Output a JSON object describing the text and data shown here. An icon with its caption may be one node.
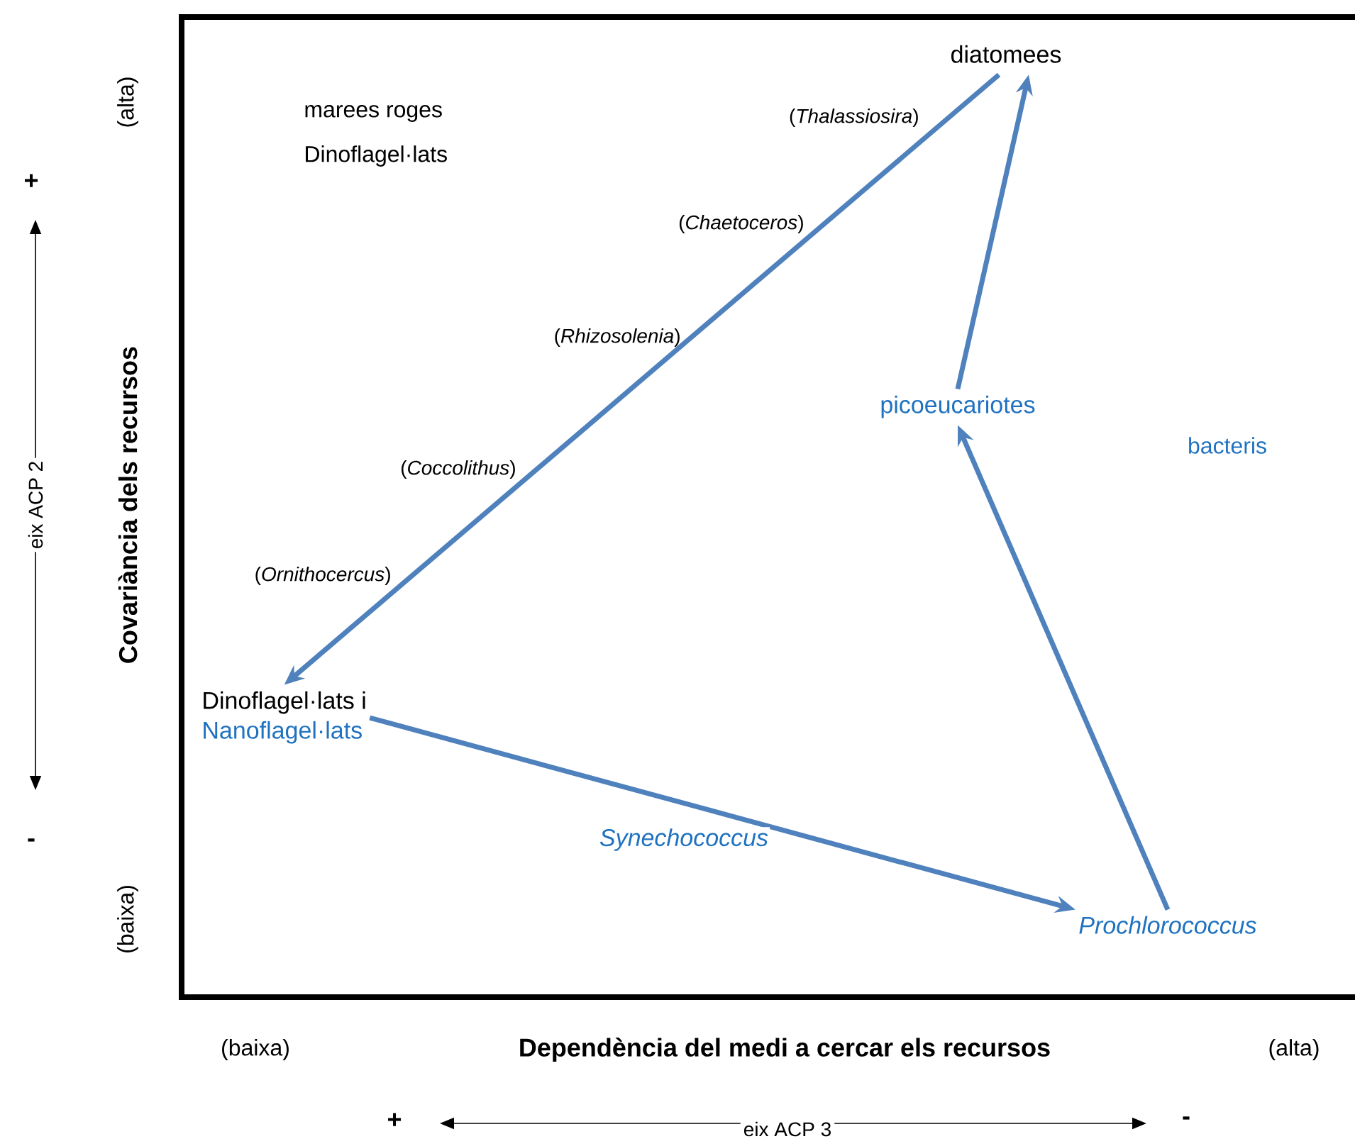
{
  "diagram": {
    "nodes": [
      {
        "text": [
          "diatomees"
        ]
      },
      {
        "text": [
          "picoeucariotes"
        ]
      },
      {
        "text": [
          "Dinoflagel·lats i",
          "Nanoflagel·lats"
        ]
      },
      {
        "text": [
          "Prochlorococcus"
        ]
      }
    ],
    "edges": [
      {
        "from": 0,
        "to": 2,
        "arrow": "to"
      },
      {
        "from": 2,
        "to": 3,
        "arrow": "to",
        "label": "Synechococcus"
      },
      {
        "from": 3,
        "to": 1,
        "arrow": "to"
      },
      {
        "from": 1,
        "to": 0,
        "arrow": "to"
      }
    ],
    "labels": [
      "marees roges",
      "Dinoflagel·lats",
      "(*Thalassiosira*)",
      "(*Chaetoceros*)",
      "(*Rhizosolenia*)",
      "bacteris",
      "(*Coccolithus*)",
      "(*Ornithocercus*)",
      "(alta)",
      "+",
      "eix ACP 2",
      "Covariància dels recursos",
      "-",
      "(baixa)",
      "(baixa)",
      "Dependència del medi a cercar els recursos",
      "(alta)",
      "+",
      "eix ACP 3",
      "-"
    ]
  }
}
